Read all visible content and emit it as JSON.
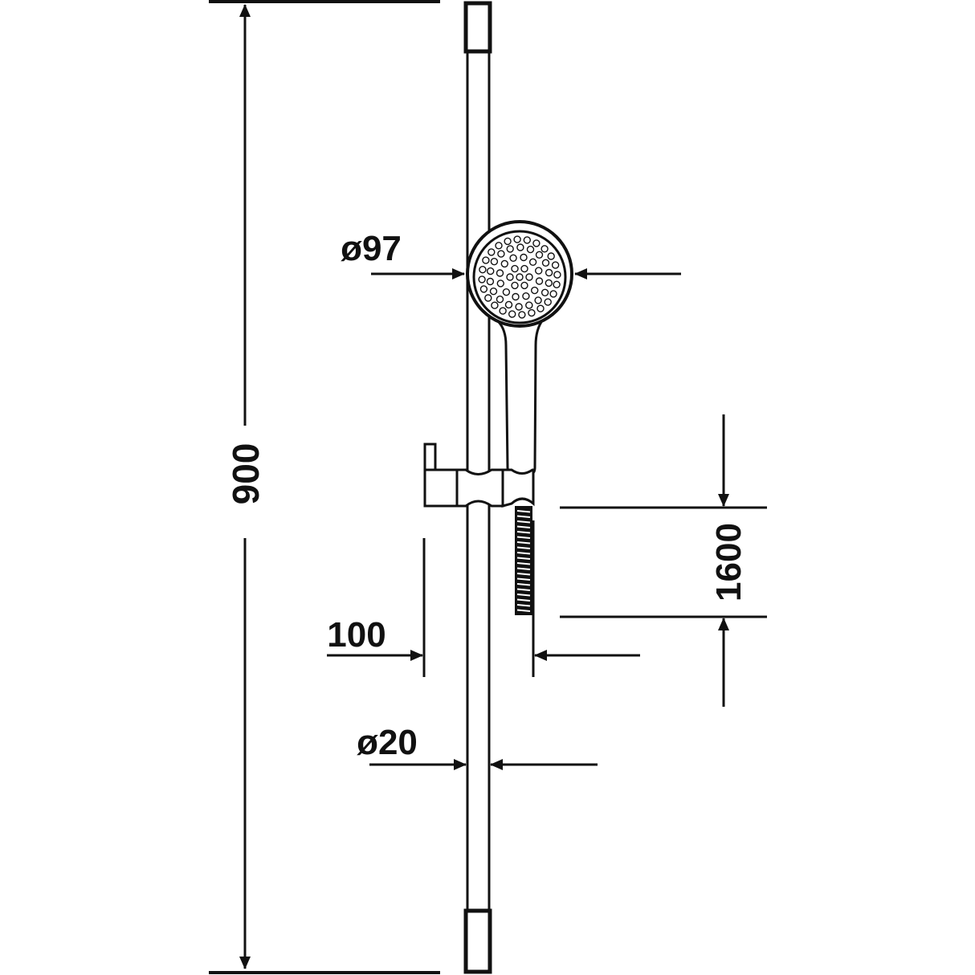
{
  "drawing": {
    "title": "Shower rail set technical drawing",
    "line_color": "#111111",
    "background": "#ffffff",
    "unit": "mm"
  },
  "dimensions": {
    "rail_length": {
      "label": "900",
      "orientation": "vertical"
    },
    "head_diameter": {
      "label": "ø97",
      "orientation": "horizontal"
    },
    "hose_length": {
      "label": "1600",
      "orientation": "vertical"
    },
    "holder_offset": {
      "label": "100",
      "orientation": "horizontal"
    },
    "rail_diameter": {
      "label": "ø20",
      "orientation": "horizontal"
    }
  },
  "components": {
    "rail": "slide-rail",
    "hand_shower": "hand-shower",
    "holder": "sliding-holder",
    "hose": "shower-hose"
  }
}
